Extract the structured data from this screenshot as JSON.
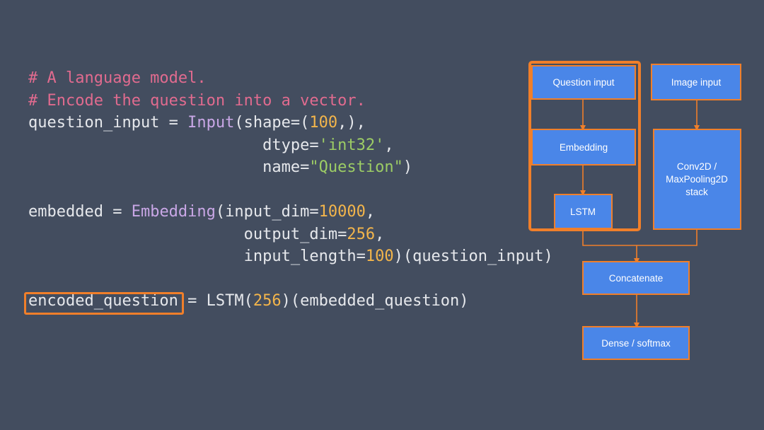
{
  "code": {
    "comment1": "# A language model.",
    "comment2": "# Encode the question into a vector.",
    "l3_var": "question_input = ",
    "l3_fn": "Input",
    "l3_a": "(shape=(",
    "l3_num": "100",
    "l3_b": ",),",
    "l4_indent": "                         ",
    "l4_a": "dtype=",
    "l4_str": "'int32'",
    "l4_b": ",",
    "l5_indent": "                         ",
    "l5_a": "name=",
    "l5_str": "\"Question\"",
    "l5_b": ")",
    "l7_var": "embedded = ",
    "l7_fn": "Embedding",
    "l7_a": "(input_dim=",
    "l7_num": "10000",
    "l7_b": ",",
    "l8_indent": "                       ",
    "l8_a": "output_dim=",
    "l8_num": "256",
    "l8_b": ",",
    "l9_indent": "                       ",
    "l9_a": "input_length=",
    "l9_num": "100",
    "l9_b": ")(question_input)",
    "l11_var": "encoded_question",
    "l11_a": " = LSTM(",
    "l11_num": "256",
    "l11_b": ")(embedded_question)"
  },
  "diagram": {
    "question_input": "Question input",
    "image_input": "Image input",
    "embedding": "Embedding",
    "lstm": "LSTM",
    "conv_line1": "Conv2D /",
    "conv_line2": "MaxPooling2D",
    "conv_line3": "stack",
    "concatenate": "Concatenate",
    "dense": "Dense / softmax"
  },
  "colors": {
    "background": "#434d5f",
    "node_fill": "#4a86e8",
    "highlight": "#f07f2a",
    "comment": "#e16b8f",
    "function": "#c9a7e6",
    "number": "#f3b54b",
    "string": "#9ccc65"
  }
}
